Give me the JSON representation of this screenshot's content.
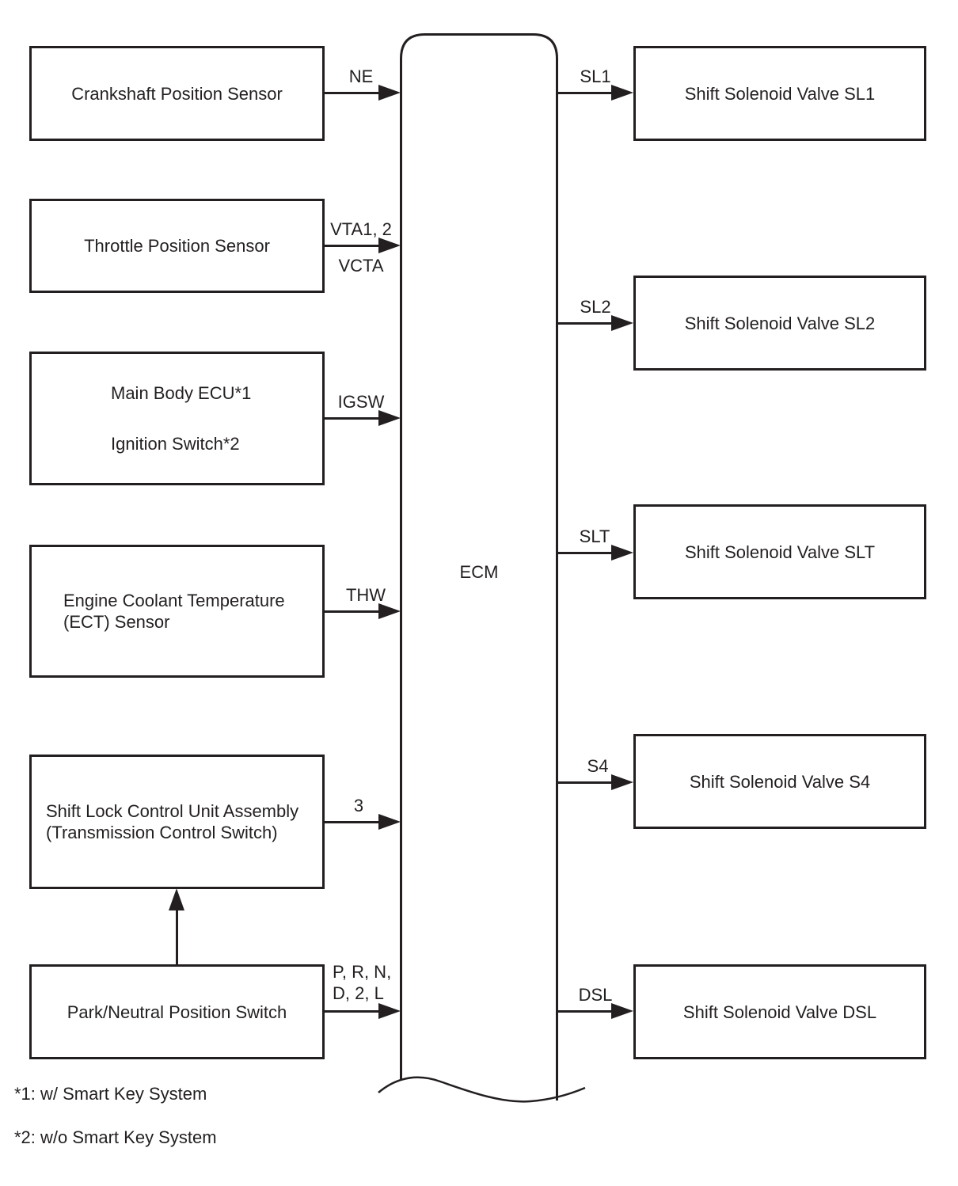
{
  "ecm": {
    "label": "ECM"
  },
  "inputs": [
    {
      "id": "crankshaft-position-sensor",
      "line1": "Crankshaft Position Sensor",
      "signal": "NE"
    },
    {
      "id": "throttle-position-sensor",
      "line1": "Throttle Position Sensor",
      "signal": "VTA1, 2",
      "signal_below": "VCTA"
    },
    {
      "id": "main-body-ecu-ignition-switch",
      "line1": "Main Body ECU*1",
      "line2": "Ignition Switch*2",
      "signal": "IGSW"
    },
    {
      "id": "engine-coolant-temperature-sensor",
      "line1": "Engine Coolant Temperature",
      "line2": "(ECT) Sensor",
      "signal": "THW"
    },
    {
      "id": "shift-lock-control-unit-assembly",
      "line1": "Shift Lock Control Unit Assembly",
      "line2": "(Transmission Control Switch)",
      "signal": "3"
    },
    {
      "id": "park-neutral-position-switch",
      "line1": "Park/Neutral Position Switch",
      "signal": "P, R, N,",
      "signal_line2": "D, 2, L"
    }
  ],
  "outputs": [
    {
      "id": "shift-solenoid-valve-sl1",
      "label": "Shift Solenoid Valve SL1",
      "signal": "SL1"
    },
    {
      "id": "shift-solenoid-valve-sl2",
      "label": "Shift Solenoid Valve SL2",
      "signal": "SL2"
    },
    {
      "id": "shift-solenoid-valve-slt",
      "label": "Shift Solenoid Valve SLT",
      "signal": "SLT"
    },
    {
      "id": "shift-solenoid-valve-s4",
      "label": "Shift Solenoid Valve S4",
      "signal": "S4"
    },
    {
      "id": "shift-solenoid-valve-dsl",
      "label": "Shift Solenoid Valve DSL",
      "signal": "DSL"
    }
  ],
  "footnotes": [
    "*1: w/ Smart Key System",
    "*2: w/o Smart Key System"
  ],
  "colors": {
    "ink": "#231f20",
    "background": "#ffffff"
  }
}
